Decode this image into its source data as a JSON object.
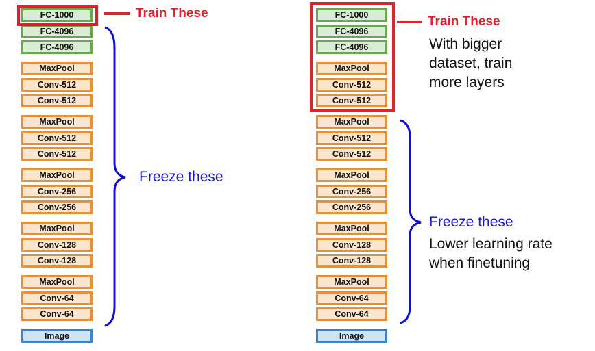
{
  "colors": {
    "fc_fill": "#d9ecd4",
    "fc_border": "#6aa84f",
    "conv_fill": "#fce5cd",
    "conv_border": "#e69138",
    "image_fill": "#cfe2f3",
    "image_border": "#3d85c6",
    "train_red": "#e0202a",
    "freeze_blue": "#1a1acc"
  },
  "layers": [
    {
      "label": "FC-1000",
      "type": "fc"
    },
    {
      "label": "FC-4096",
      "type": "fc"
    },
    {
      "label": "FC-4096",
      "type": "fc"
    },
    {
      "label": "MaxPool",
      "type": "pool"
    },
    {
      "label": "Conv-512",
      "type": "conv"
    },
    {
      "label": "Conv-512",
      "type": "conv"
    },
    {
      "label": "MaxPool",
      "type": "pool"
    },
    {
      "label": "Conv-512",
      "type": "conv"
    },
    {
      "label": "Conv-512",
      "type": "conv"
    },
    {
      "label": "MaxPool",
      "type": "pool"
    },
    {
      "label": "Conv-256",
      "type": "conv"
    },
    {
      "label": "Conv-256",
      "type": "conv"
    },
    {
      "label": "MaxPool",
      "type": "pool"
    },
    {
      "label": "Conv-128",
      "type": "conv"
    },
    {
      "label": "Conv-128",
      "type": "conv"
    },
    {
      "label": "MaxPool",
      "type": "pool"
    },
    {
      "label": "Conv-64",
      "type": "conv"
    },
    {
      "label": "Conv-64",
      "type": "conv"
    },
    {
      "label": "Image",
      "type": "img"
    }
  ],
  "left": {
    "train_label": "Train These",
    "freeze_label": "Freeze these",
    "trained_layer_count": 1
  },
  "right": {
    "train_label": "Train These",
    "train_note": "With bigger\ndataset, train\nmore layers",
    "freeze_label": "Freeze these",
    "freeze_note": "Lower learning rate\nwhen finetuning",
    "trained_layer_count": 6
  }
}
